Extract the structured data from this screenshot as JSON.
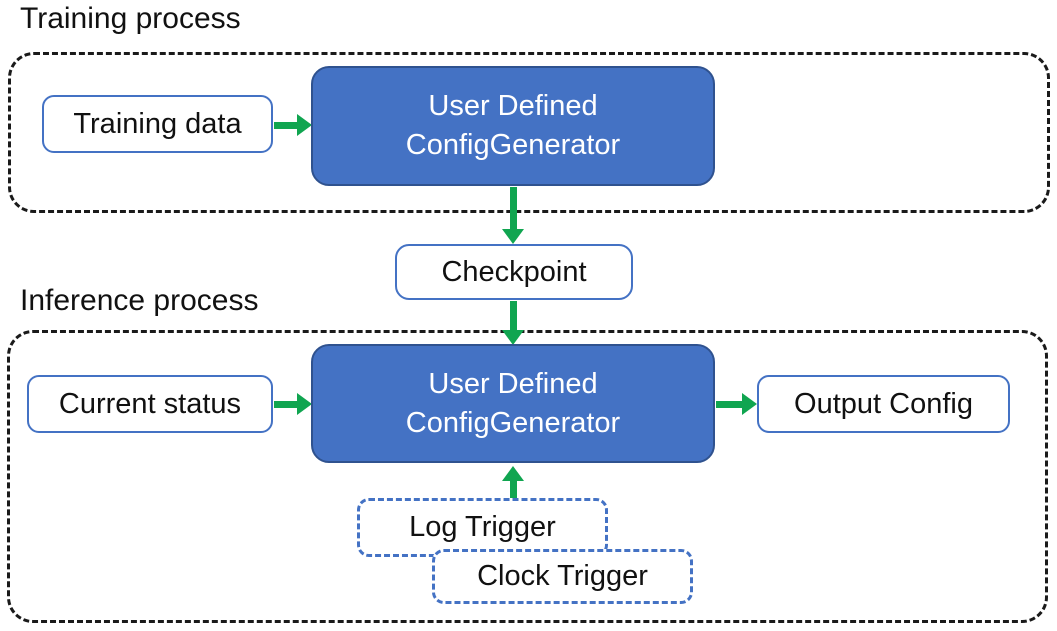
{
  "colors": {
    "node_fill_blue": "#4472c4",
    "node_border_dark": "#2f528f",
    "box_border_blue": "#4472c4",
    "arrow_green": "#10a550",
    "container_border": "#1a1a1a",
    "text_dark": "#111111",
    "text_light": "#ffffff"
  },
  "training": {
    "section_label": "Training process",
    "training_data_label": "Training data",
    "generator_line1": "User Defined",
    "generator_line2": "ConfigGenerator"
  },
  "checkpoint_label": "Checkpoint",
  "inference": {
    "section_label": "Inference process",
    "current_status_label": "Current status",
    "generator_line1": "User Defined",
    "generator_line2": "ConfigGenerator",
    "output_config_label": "Output Config",
    "log_trigger_label": "Log Trigger",
    "clock_trigger_label": "Clock Trigger"
  }
}
